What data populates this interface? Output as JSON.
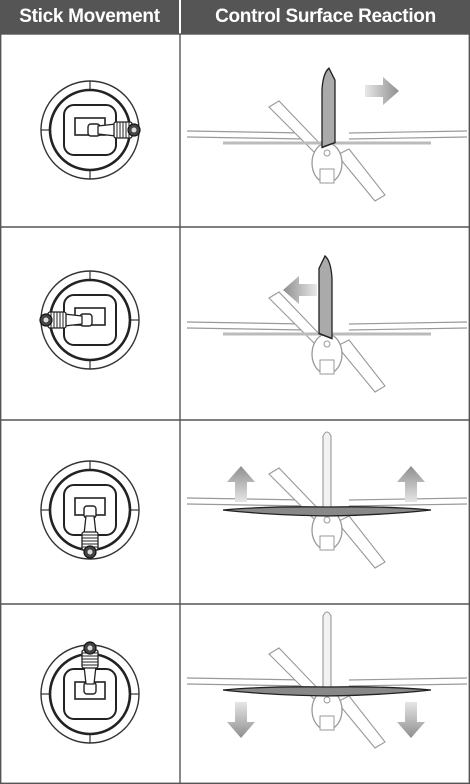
{
  "header": {
    "stick_movement": "Stick Movement",
    "control_surface_reaction": "Control Surface Reaction"
  },
  "rows": [
    {
      "stick": "right",
      "reaction": "rudder-right"
    },
    {
      "stick": "left",
      "reaction": "rudder-left"
    },
    {
      "stick": "down",
      "reaction": "elevator-up"
    },
    {
      "stick": "up",
      "reaction": "elevator-down"
    }
  ],
  "colors": {
    "header_bg": "#555555",
    "line": "#555555",
    "arrow": "#9a9a9a"
  },
  "icons": [
    "joystick-gimbal-icon",
    "airplane-rear-view-icon",
    "direction-arrow-icon"
  ]
}
